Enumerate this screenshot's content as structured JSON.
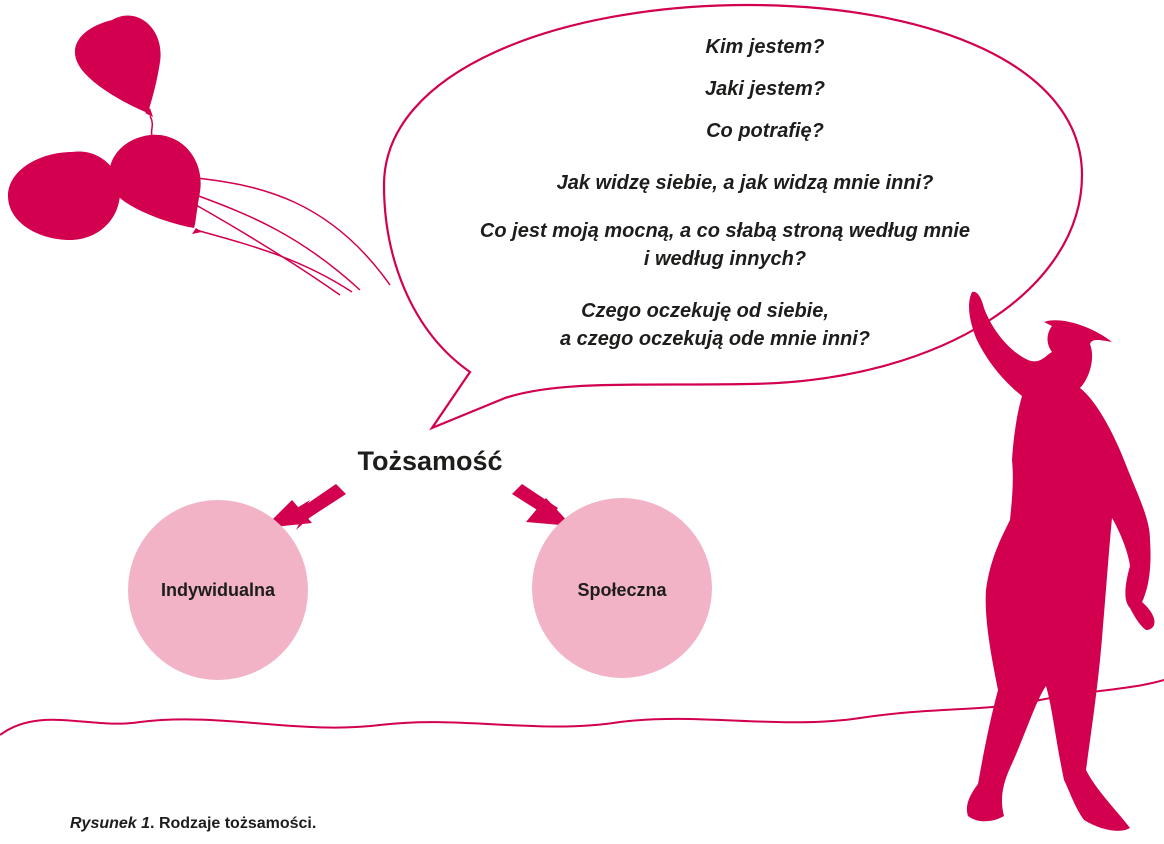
{
  "colors": {
    "accent": "#d2004f",
    "circle": "#f2b3c7",
    "text": "#1d1d1b"
  },
  "bubble": {
    "questions": [
      "Kim jestem?",
      "Jaki jestem?",
      "Co potrafię?",
      "Jak widzę siebie, a jak widzą mnie inni?",
      "Co jest moją mocną, a co słabą stroną według mnie",
      "i według innych?",
      "Czego oczekuję od siebie,",
      "a czego oczekują  ode mnie inni?"
    ]
  },
  "diagram": {
    "root": "Tożsamość",
    "children": [
      "Indywidualna",
      "Społeczna"
    ]
  },
  "caption": {
    "figure_label": "Rysunek 1",
    "text": ". Rodzaje tożsamości."
  },
  "icons": [
    "balloons-icon",
    "person-silhouette-icon",
    "arrow-left-down-icon",
    "arrow-right-down-icon",
    "wavy-ground-line"
  ]
}
